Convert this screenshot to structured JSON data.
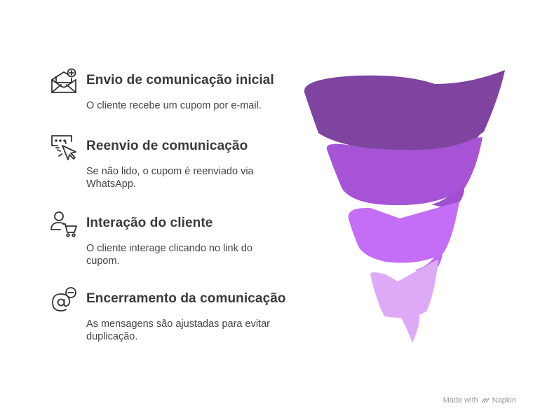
{
  "steps": [
    {
      "title": "Envio de comunicação inicial",
      "desc": "O cliente recebe um cupom por e-mail.",
      "icon": "envelope-add-icon"
    },
    {
      "title": "Reenvio de comunicação",
      "desc": "Se não lido, o cupom é reenviado via WhatsApp.",
      "icon": "message-click-icon"
    },
    {
      "title": "Interação do cliente",
      "desc": "O cliente interage clicando no link do cupom.",
      "icon": "user-cart-icon"
    },
    {
      "title": "Encerramento da comunicação",
      "desc": "As mensagens são ajustadas para evitar duplicação.",
      "icon": "at-minus-icon"
    }
  ],
  "funnel": {
    "colors": [
      "#7e44a0",
      "#a653d6",
      "#c46ef5",
      "#deaaf8"
    ]
  },
  "brand": {
    "made_with": "Made with",
    "name": "Napkin"
  }
}
